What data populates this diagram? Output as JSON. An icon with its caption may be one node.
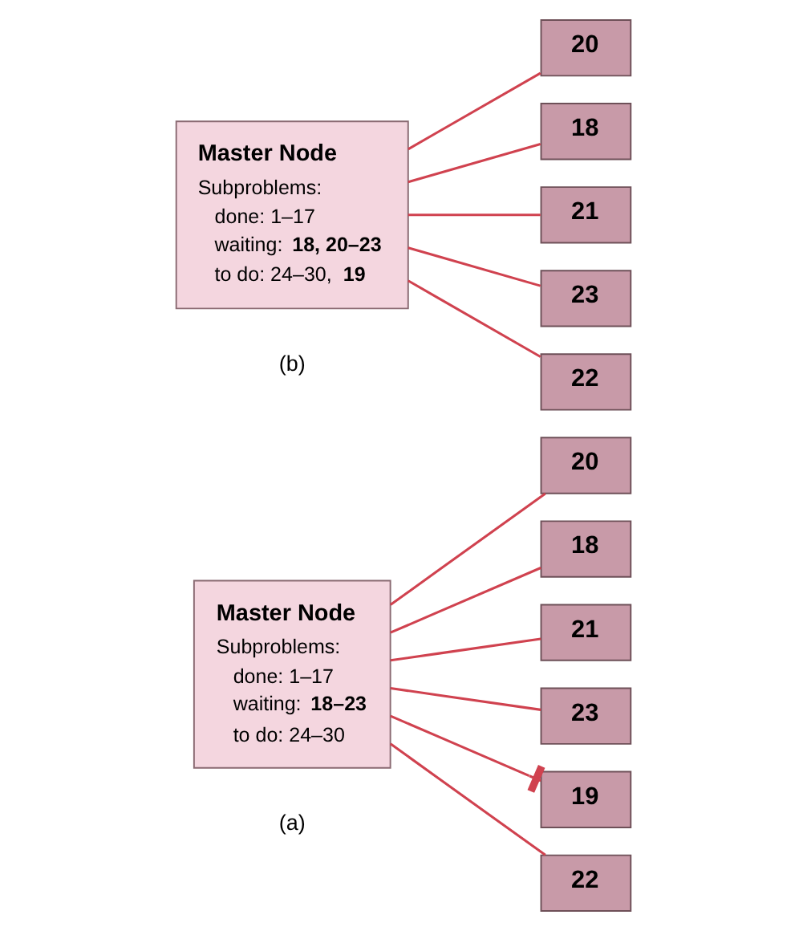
{
  "diagram": {
    "nodes": [
      {
        "text": [
          "Master Node",
          "Subproblems:",
          "done: 1–17",
          "waiting: **18–23**",
          "to do: 24–30"
        ]
      },
      {
        "text": [
          "20"
        ]
      },
      {
        "text": [
          "18"
        ]
      },
      {
        "text": [
          "21"
        ]
      },
      {
        "text": [
          "23"
        ]
      },
      {
        "text": [
          "19"
        ]
      },
      {
        "text": [
          "22"
        ]
      },
      {
        "text": [
          "Master Node",
          "Subproblems:",
          "done: 1–17",
          "waiting: **18, 20–23**",
          "to do: 24–30, **19**"
        ]
      },
      {
        "text": [
          "20"
        ]
      },
      {
        "text": [
          "18"
        ]
      },
      {
        "text": [
          "21"
        ]
      },
      {
        "text": [
          "23"
        ]
      },
      {
        "text": [
          "22"
        ]
      }
    ],
    "edges": [
      {
        "from": 0,
        "to": 1,
        "arrow": "none"
      },
      {
        "from": 0,
        "to": 2,
        "arrow": "none"
      },
      {
        "from": 0,
        "to": 3,
        "arrow": "none"
      },
      {
        "from": 0,
        "to": 4,
        "arrow": "none"
      },
      {
        "from": 0,
        "to": 5,
        "arrow": "other"
      },
      {
        "from": 0,
        "to": 6,
        "arrow": "none"
      },
      {
        "from": 7,
        "to": 8,
        "arrow": "none"
      },
      {
        "from": 7,
        "to": 9,
        "arrow": "none"
      },
      {
        "from": 7,
        "to": 10,
        "arrow": "none"
      },
      {
        "from": 7,
        "to": 11,
        "arrow": "none"
      },
      {
        "from": 7,
        "to": 12,
        "arrow": "none"
      }
    ],
    "labels": [
      "(a)",
      "(b)"
    ]
  }
}
